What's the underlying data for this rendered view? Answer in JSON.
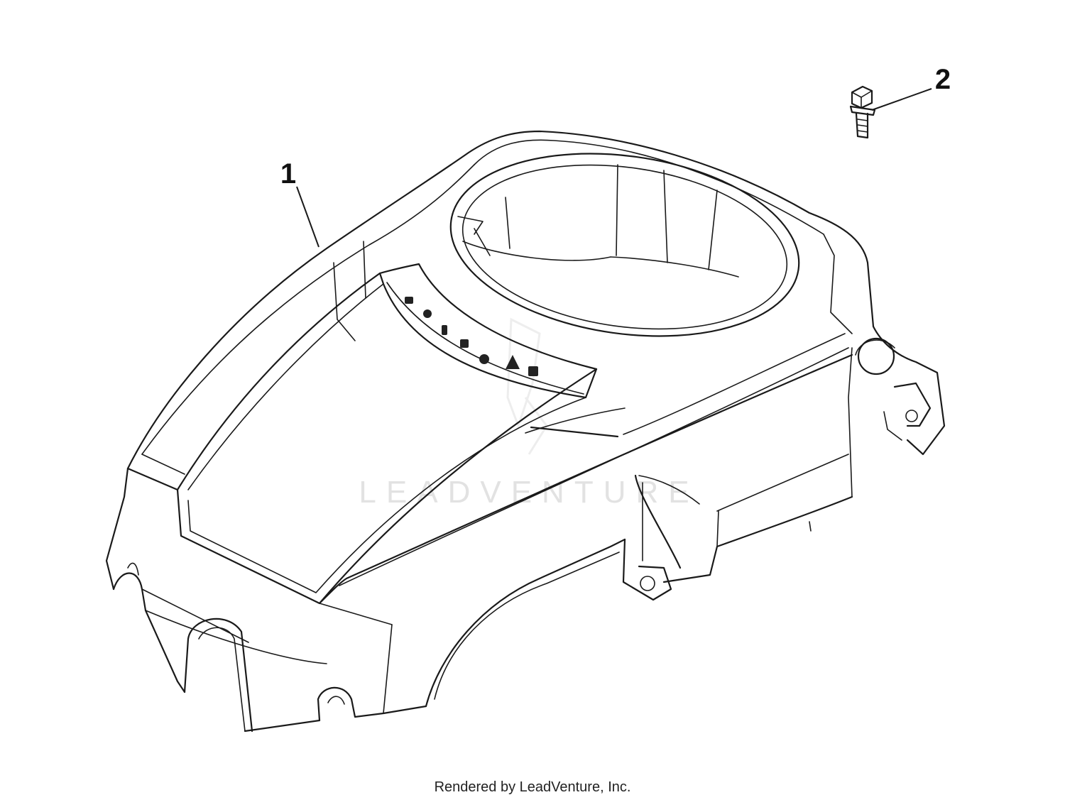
{
  "callouts": {
    "part1": "1",
    "part2": "2"
  },
  "watermark": "LEADVENTURE",
  "footer": "Rendered by LeadVenture, Inc.",
  "colors": {
    "line": "#1a1a1a",
    "watermark": "#e2e2e2",
    "background": "#ffffff"
  }
}
